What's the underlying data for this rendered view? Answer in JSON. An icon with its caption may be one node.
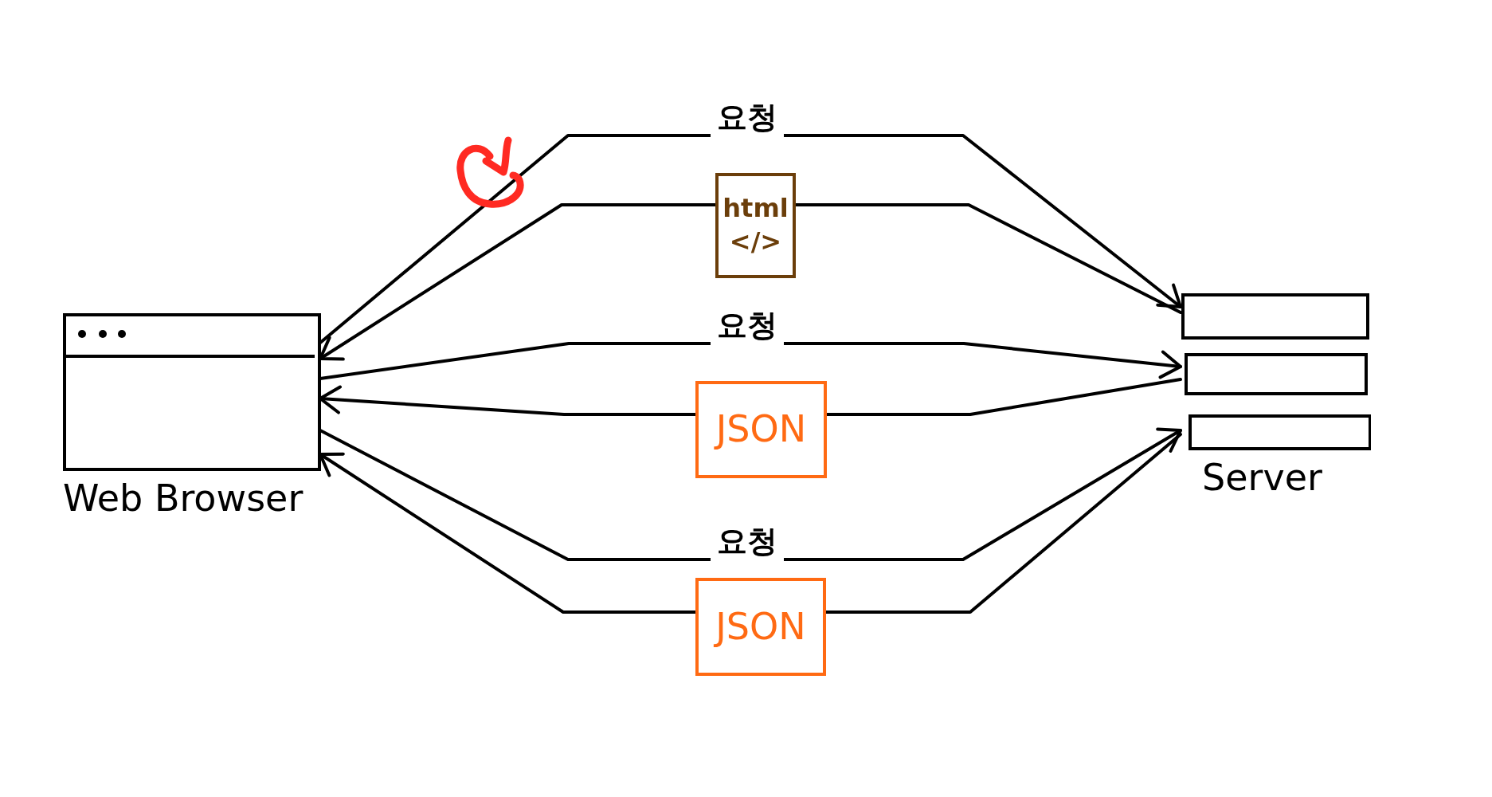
{
  "diagram": {
    "nodes": [
      {
        "text": [
          "Web Browser"
        ]
      },
      {
        "text": [
          "Server"
        ]
      },
      {
        "text": [
          "html",
          "</>"
        ]
      },
      {
        "text": [
          "JSON"
        ]
      },
      {
        "text": [
          "JSON"
        ]
      }
    ],
    "edges": [
      {
        "from": 0,
        "to": 1,
        "arrow": "to",
        "label": "요청"
      },
      {
        "from": 1,
        "to": 2,
        "arrow": "none"
      },
      {
        "from": 2,
        "to": 0,
        "arrow": "to"
      },
      {
        "from": 0,
        "to": 1,
        "arrow": "to",
        "label": "요청"
      },
      {
        "from": 1,
        "to": 3,
        "arrow": "none"
      },
      {
        "from": 3,
        "to": 0,
        "arrow": "to"
      },
      {
        "from": 0,
        "to": 1,
        "arrow": "to",
        "label": "요청"
      },
      {
        "from": 1,
        "to": 4,
        "arrow": "none"
      },
      {
        "from": 4,
        "to": 0,
        "arrow": "to"
      }
    ]
  }
}
